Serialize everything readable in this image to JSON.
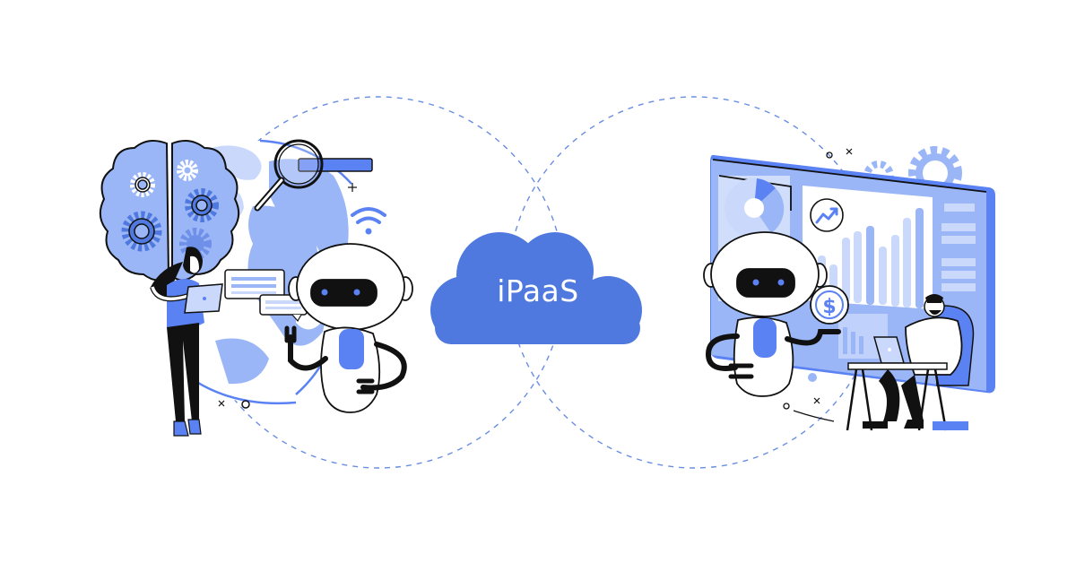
{
  "banner": {
    "center_label": "iPaaS",
    "colors": {
      "primary_blue": "#4f79de",
      "bright_blue": "#5b82f2",
      "light_blue": "#9ab6f7",
      "pale_blue": "#c9d8fb",
      "outline": "#111111",
      "dashed_circle": "#4f79de",
      "background": "#ffffff"
    }
  },
  "left_scene": {
    "elements": [
      "brain-with-gears",
      "globe",
      "magnifier-search-bar",
      "wifi-icon",
      "woman-with-tablet",
      "chat-bubbles",
      "robot"
    ]
  },
  "right_scene": {
    "elements": [
      "dashboard-monitor",
      "pie-chart",
      "bar-chart",
      "trend-badge",
      "gears",
      "robot-holding-coin",
      "dollar-coin",
      "man-at-laptop-desk"
    ],
    "coin_symbol": "$"
  }
}
